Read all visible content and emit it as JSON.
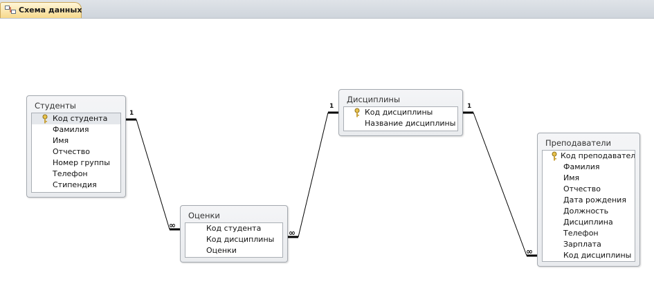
{
  "tab": {
    "title": "Схема данных",
    "icon": "relationships-icon"
  },
  "tables": [
    {
      "id": "students",
      "title": "Студенты",
      "fields": [
        {
          "name": "Код студента",
          "key": true
        },
        {
          "name": "Фамилия"
        },
        {
          "name": "Имя"
        },
        {
          "name": "Отчество"
        },
        {
          "name": "Номер группы"
        },
        {
          "name": "Телефон"
        },
        {
          "name": "Стипендия"
        }
      ]
    },
    {
      "id": "grades",
      "title": "Оценки",
      "fields": [
        {
          "name": "Код студента"
        },
        {
          "name": "Код дисциплины"
        },
        {
          "name": "Оценки"
        }
      ]
    },
    {
      "id": "disciplines",
      "title": "Дисциплины",
      "fields": [
        {
          "name": "Код дисциплины",
          "key": true
        },
        {
          "name": "Название дисциплины"
        }
      ]
    },
    {
      "id": "teachers",
      "title": "Преподаватели",
      "fields": [
        {
          "name": "Код преподавателя",
          "key": true
        },
        {
          "name": "Фамилия"
        },
        {
          "name": "Имя"
        },
        {
          "name": "Отчество"
        },
        {
          "name": "Дата рождения"
        },
        {
          "name": "Должность"
        },
        {
          "name": "Дисциплина"
        },
        {
          "name": "Телефон"
        },
        {
          "name": "Зарплата"
        },
        {
          "name": "Код дисциплины"
        }
      ]
    }
  ],
  "relationships": [
    {
      "from": "Студенты",
      "to": "Оценки",
      "one": "1",
      "many": "∞"
    },
    {
      "from": "Оценки",
      "to": "Дисциплины",
      "one": "1",
      "many": "∞"
    },
    {
      "from": "Дисциплины",
      "to": "Преподаватели",
      "one": "1",
      "many": "∞"
    }
  ],
  "colors": {
    "tab_accent": "#f7d98c",
    "line": "#000000"
  }
}
